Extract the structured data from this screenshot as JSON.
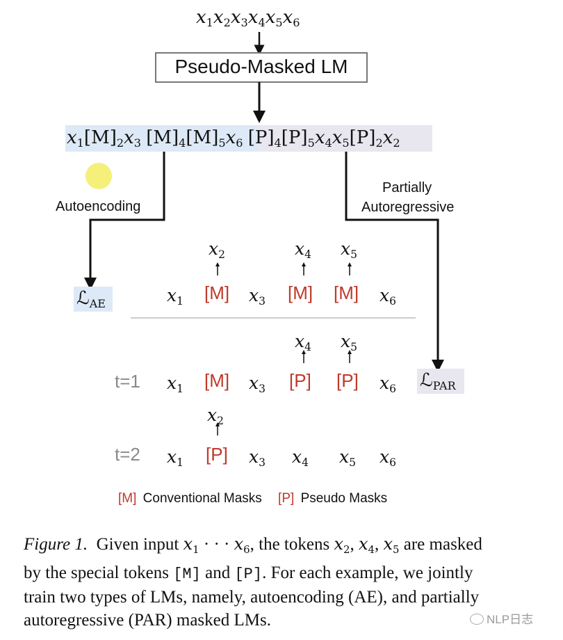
{
  "input_sequence": [
    "x1",
    "x2",
    "x3",
    "x4",
    "x5",
    "x6"
  ],
  "model_box_label": "Pseudo-Masked LM",
  "encoded_sequence": {
    "blue_part": [
      {
        "base": "x",
        "sub": "1",
        "type": "var"
      },
      {
        "base": "[M]",
        "sub": "2",
        "type": "mask"
      },
      {
        "base": "x",
        "sub": "3",
        "type": "var"
      },
      {
        "base": "[M]",
        "sub": "4",
        "type": "mask"
      },
      {
        "base": "[M]",
        "sub": "5",
        "type": "mask"
      },
      {
        "base": "x",
        "sub": "6",
        "type": "var"
      }
    ],
    "purple_part": [
      {
        "base": "[P]",
        "sub": "4",
        "type": "mask"
      },
      {
        "base": "[P]",
        "sub": "5",
        "type": "mask"
      },
      {
        "base": "x",
        "sub": "4",
        "type": "var"
      },
      {
        "base": "x",
        "sub": "5",
        "type": "var"
      },
      {
        "base": "[P]",
        "sub": "2",
        "type": "mask"
      },
      {
        "base": "x",
        "sub": "2",
        "type": "var"
      }
    ]
  },
  "branch_labels": {
    "autoencoding": "Autoencoding",
    "partial_line1": "Partially",
    "partial_line2": "Autoregressive"
  },
  "loss_labels": {
    "ae_base": "ℒ",
    "ae_sub": "AE",
    "par_base": "ℒ",
    "par_sub": "PAR"
  },
  "ae_row": {
    "tokens": [
      "x1",
      "[M]",
      "x3",
      "[M]",
      "[M]",
      "x6"
    ],
    "predictions": [
      "x2",
      "x4",
      "x5"
    ]
  },
  "t1_row": {
    "label": "t=1",
    "tokens": [
      "x1",
      "[M]",
      "x3",
      "[P]",
      "[P]",
      "x6"
    ],
    "predictions": [
      "x4",
      "x5"
    ]
  },
  "t2_row": {
    "label": "t=2",
    "tokens": [
      "x1",
      "[P]",
      "x3",
      "x4",
      "x5",
      "x6"
    ],
    "predictions": [
      "x2"
    ]
  },
  "legend": {
    "m_token": "[M]",
    "m_label": "Conventional Masks",
    "p_token": "[P]",
    "p_label": "Pseudo Masks"
  },
  "caption": {
    "figure_label": "Figure 1.",
    "line1_a": "Given input",
    "line1_b": "the tokens",
    "line1_c": "are masked",
    "line2_a": "by the special tokens",
    "line2_m": "[M]",
    "line2_and": "and",
    "line2_p": "[P]",
    "line2_b": ". For each example, we jointly",
    "line3": "train two types of LMs, namely, autoencoding (AE), and partially",
    "line4": "autoregressive (PAR) masked LMs."
  },
  "watermark": "NLP日志",
  "colors": {
    "mask_red": "#c0392b",
    "blue_band": "#dde9f6",
    "purple_band": "#e8e6ee",
    "gray_text": "#8a8a8a",
    "yellow_dot": "#f5f07a"
  }
}
